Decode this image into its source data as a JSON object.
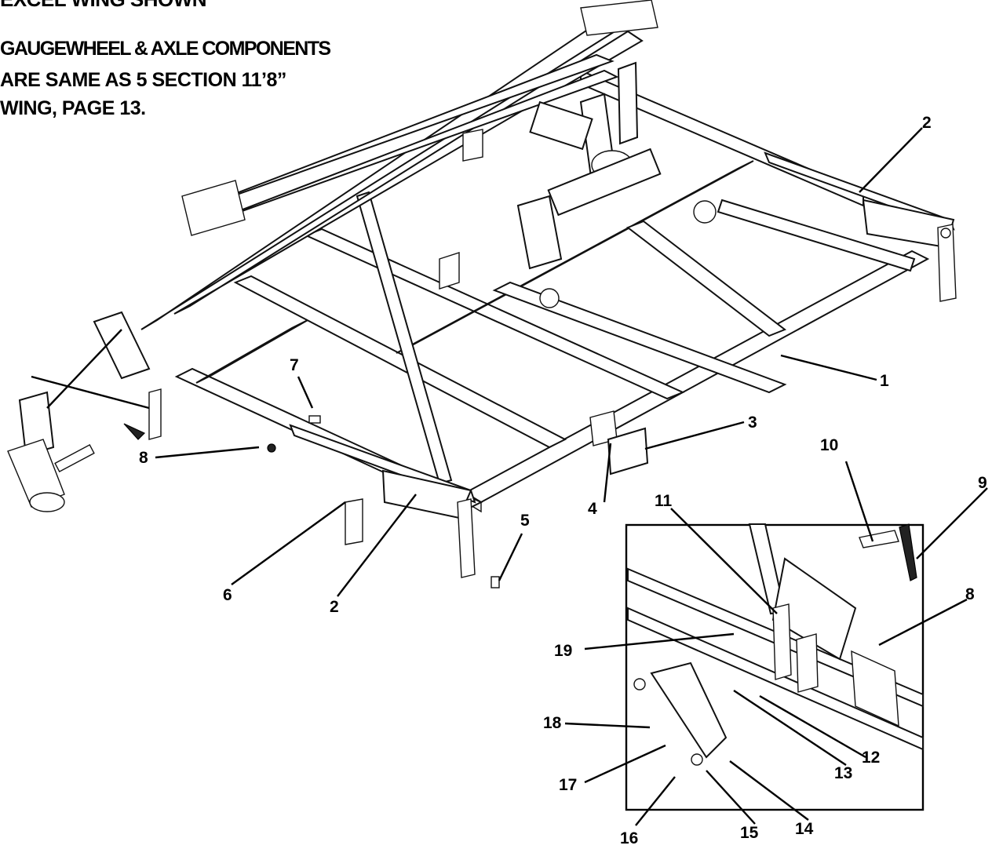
{
  "notes": [
    "EXCEL WING SHOWN",
    "GAUGEWHEEL & AXLE COMPONENTS",
    "ARE SAME AS 5 SECTION 11’8”",
    "WING, PAGE 13."
  ],
  "callouts": {
    "c1": "1",
    "c2a": "2",
    "c2b": "2",
    "c3": "3",
    "c4": "4",
    "c5": "5",
    "c6": "6",
    "c7": "7",
    "c8a": "8",
    "c8b": "8",
    "c9": "9",
    "c10": "10",
    "c11": "11",
    "c12": "12",
    "c13": "13",
    "c14": "14",
    "c15": "15",
    "c16": "16",
    "c17": "17",
    "c18": "18",
    "c19": "19"
  }
}
